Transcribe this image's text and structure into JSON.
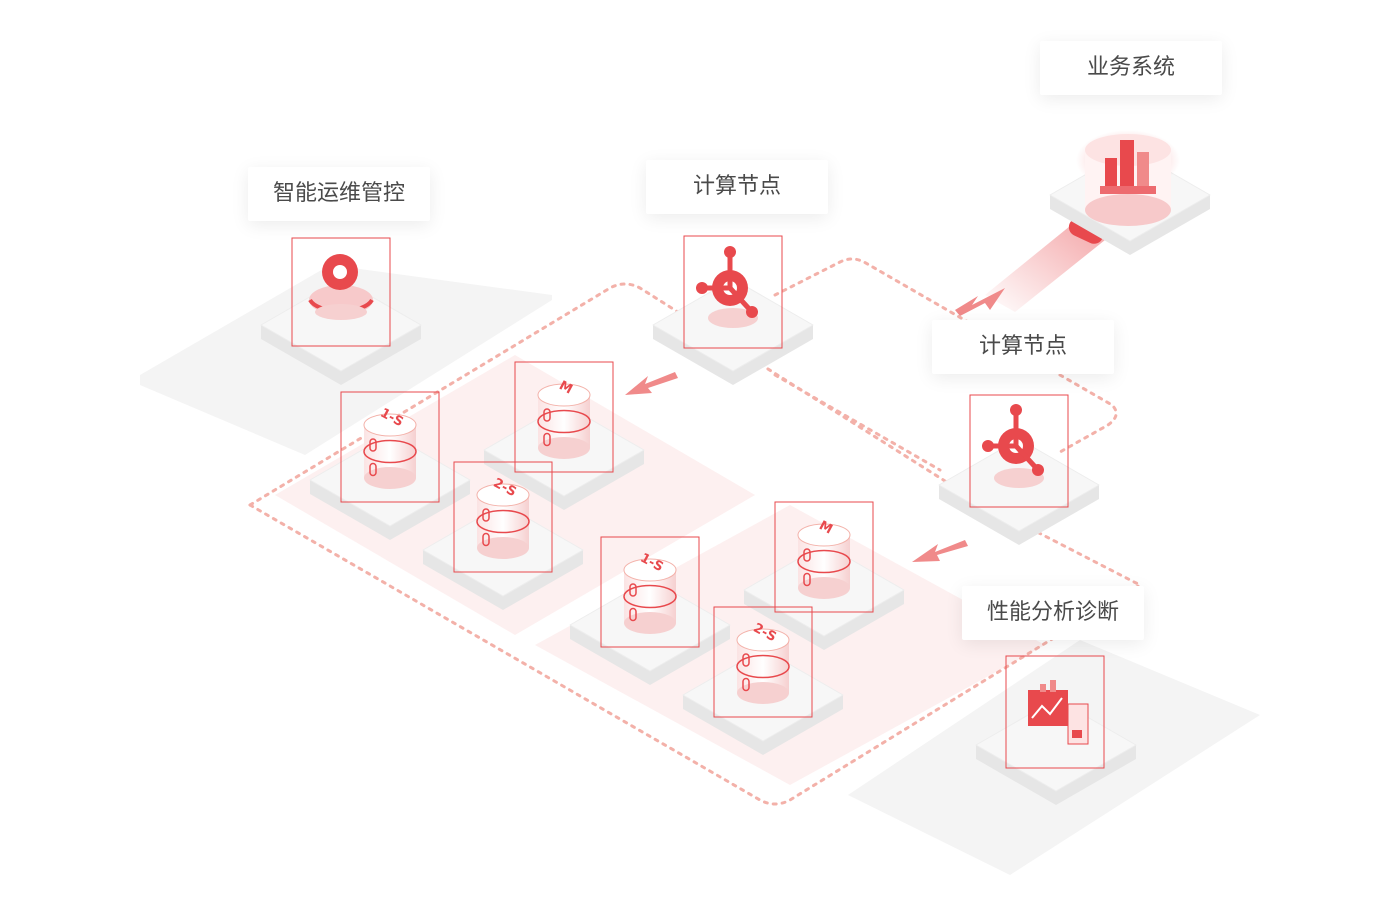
{
  "labels": {
    "ops_control": "智能运维管控",
    "compute_node_1": "计算节点",
    "business_system": "业务系统",
    "compute_node_2": "计算节点",
    "perf_diagnosis": "性能分析诊断"
  },
  "db_tags": {
    "g1_master": "M",
    "g1_slave1": "1-S",
    "g1_slave2": "2-S",
    "g2_master": "M",
    "g2_slave1": "1-S",
    "g2_slave2": "2-S"
  },
  "colors": {
    "accent": "#e8494d",
    "accent_light": "#f7c9ca",
    "platform": "#f3f3f3",
    "zone": "#fdeeee",
    "dotted": "#f3b1a9"
  },
  "icons": {
    "ops": "gear-sync-icon",
    "compute": "node-hub-icon",
    "business": "bar-chart-cylinder-icon",
    "database": "database-icon",
    "perf": "report-chart-icon"
  }
}
